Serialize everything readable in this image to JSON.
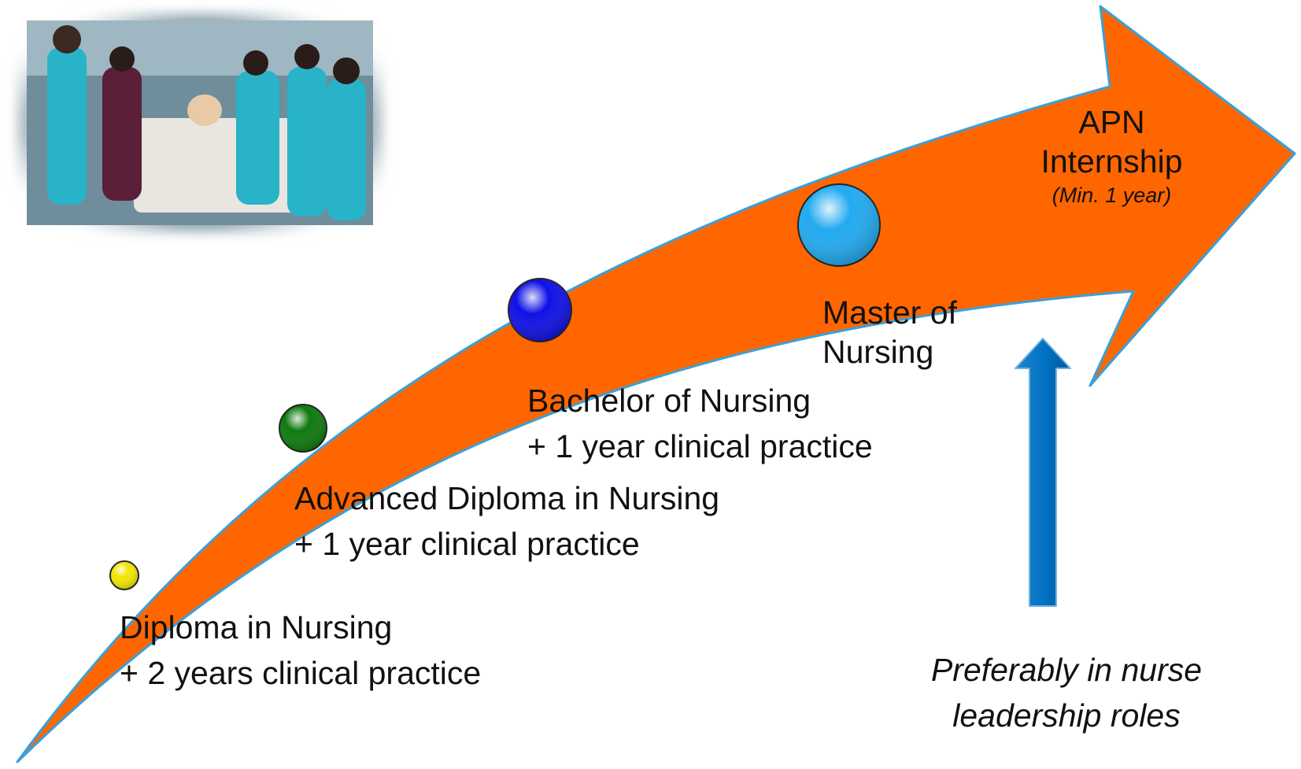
{
  "stages": [
    {
      "name": "diploma",
      "line1": "Diploma in Nursing",
      "line2": "+ 2 years clinical practice",
      "color": "#f2e600"
    },
    {
      "name": "advanced-diploma",
      "line1": "Advanced Diploma in Nursing",
      "line2": "+ 1 year clinical practice",
      "color": "#0e7a0e"
    },
    {
      "name": "bachelor",
      "line1": "Bachelor of Nursing",
      "line2": "+ 1 year clinical practice",
      "color": "#1010e6"
    },
    {
      "name": "master",
      "line1": "Master of",
      "line2": "Nursing",
      "color": "#22aaf0"
    }
  ],
  "destination": {
    "line1": "APN",
    "line2": "Internship",
    "note": "(Min. 1 year)"
  },
  "leadership_note": {
    "line1": "Preferably in nurse",
    "line2": "leadership roles"
  },
  "photo": {
    "subject": "nursing students in blue scrubs practicing on a simulation manikin"
  },
  "colors": {
    "arrow": "#ff6600",
    "arrow_outline": "#3aa0d8",
    "up_arrow": "#0070c0"
  }
}
